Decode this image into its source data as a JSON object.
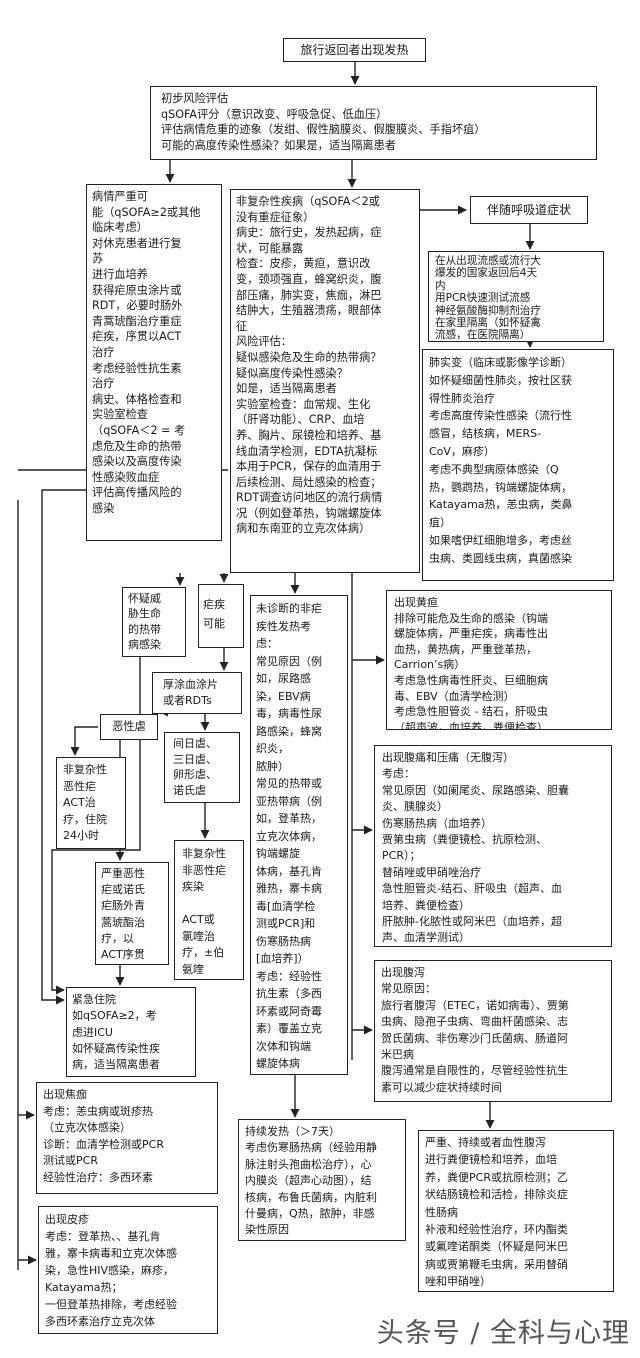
{
  "boxes": {
    "start": [
      "旅行返回者出现发热"
    ],
    "initial": [
      "初步风险评估",
      "qSOFA评分（意识改变、呼吸急促、低血压）",
      "评估病情危重的迹象（发绀、假性脑膜炎、假腹膜炎、手指坏疽）",
      "可能的高度传染性感染？如果是，适当隔离患者"
    ],
    "severe": [
      "病情严重可",
      "能（qSOFA≥2或其他",
      "临床考虑）",
      "对休克患者进行复",
      "苏",
      "进行血培养",
      "获得疟原虫涂片或",
      "RDT，必要时肠外",
      "青蒿琥酯治疗重症",
      "疟疾，序贯以ACT",
      "治疗",
      "考虑经验性抗生素",
      "治疗",
      "病史、体格检查和",
      "实验室检查",
      "（qSOFA＜2 = 考",
      "虑危及生命的热带",
      "感染以及高度传染",
      "性感染败血症",
      "评估高传播风险的",
      "感染"
    ],
    "noncomplex": [
      "非复杂性疾病（qSOFA＜2或",
      "没有重症征象）",
      "病史：旅行史，发热起病，症",
      "状，可能暴露",
      "检查：皮疹，黄疸，意识改",
      "变，颈项强直，蜂窝织炎，腹",
      "部压痛，肺实变，焦痂，淋巴",
      "结肿大，生殖器溃疡，眼部体",
      "征",
      "风险评估：",
      "疑似感染危及生命的热带病？",
      "疑似高度传染性感染？",
      "如是，适当隔离患者",
      "实验室检查：血常规、生化",
      "（肝肾功能）、CRP、血培",
      "养、胸片、尿镜检和培养、基",
      "线血清学检测，EDTA抗凝标",
      "本用于PCR，保存的血清用于",
      "后续检测、局灶感染的检查；",
      "RDT调查访问地区的流行病情",
      "况（例如登革热，钩端螺旋体",
      "病和东南亚的立克次体病）"
    ],
    "resp": [
      "伴随呼吸道症状"
    ],
    "avian": [
      "在从出现流感或流行大",
      "爆发的国家返回后4天",
      "内",
      "用PCR快速测试流感",
      "神经氨酸酶抑制剂治疗",
      "在家里隔离（如怀疑禽",
      "流感，在医院隔离）"
    ],
    "pneumonia": [
      "肺实变（临床或影像学诊断）",
      "如怀疑细菌性肺炎，按社区获",
      "得性肺炎治疗",
      "考虑高度传染性感染（流行性",
      "感冒，结核病，MERS-",
      "CoV，麻疹）",
      "考虑不典型病原体感染（Q",
      "热，鹦鹉热，钩端螺旋体病，",
      "Katayama热，恙虫病，类鼻",
      "疽）",
      "如果嗜伊红细胞增多，考虑丝",
      "虫病、类圆线虫病，真菌感染"
    ],
    "lifethreat": [
      "怀疑威",
      "胁生命",
      "的热带",
      "病感染"
    ],
    "malaria_q": [
      "疟疾",
      "可能"
    ],
    "undiag": [
      "未诊断的非疟",
      "疾性发热考",
      "虑：",
      "常见原因（例",
      "如，尿路感",
      "染，EBV病",
      "毒，病毒性尿",
      "路感染，蜂窝",
      "织炎，",
      "脓肿）",
      "常见的热带或",
      "亚热带病（例",
      "如，登革热，",
      "立克次体病，",
      "钩端螺旋",
      "体病，基孔肯",
      "雅热，寨卡病",
      "毒[血清学检",
      "测或PCR]和",
      "伤寒肠热病",
      "[血培养]）",
      "考虑：经验性",
      "抗生素（多西",
      "环素或阿奇霉",
      "素）覆盖立克",
      "次体和钩端",
      "螺旋体病"
    ],
    "jaundice": [
      "出现黄疸",
      "排除可能危及生命的感染（钩端",
      "螺旋体病，严重疟疾，病毒性出",
      "血热，黄热病，严重登革热，",
      "Carrion’s病）",
      "考虑急性病毒性肝炎、巨细胞病",
      "毒、EBV（血清学检测）",
      "考虑急性胆管炎 - 结石，肝吸虫",
      "（超声波，血培养，粪便检查）"
    ],
    "smear": [
      "厚涂血涂片",
      "或者RDTs"
    ],
    "malignant": [
      "恶性虐"
    ],
    "otherplas": [
      "间日虐、",
      "三日虐、",
      "卵形虐、",
      "诺氏虐"
    ],
    "abdpain": [
      "出现腹痛和压痛（无腹泻）",
      "考虑：",
      "常见原因（如阑尾炎、尿路感染、胆囊",
      "炎、胰腺炎）",
      "伤寒肠热病（血培养）",
      "贾第虫病（粪便镜检、抗原检测、",
      "PCR）；",
      "替硝唑或甲硝唑治疗",
      "急性胆管炎-结石、肝吸虫（超声、血",
      "培养、粪便检查）",
      "肝脓肿-化脓性或阿米巴（血培养，超",
      "声、血清学测试）"
    ],
    "uncompfal": [
      "非复杂性",
      "恶性疟",
      "ACT治",
      "疗，住院",
      "24小时"
    ],
    "nonmal": [
      "非复杂性",
      "非恶性疟",
      "疾染",
      "",
      "ACT或",
      "氯喹治",
      "疗，±伯",
      "氨喹"
    ],
    "severemal": [
      "严重恶性",
      "疟或诺氏",
      "疟肠外青",
      "蒿琥酯治",
      "疗，以",
      "ACT序贯"
    ],
    "admit": [
      "紧急住院",
      "如qSOFA≥2，考",
      "虑进ICU",
      "如怀疑高传染性疾",
      "病，适当隔离患者"
    ],
    "diarrhea": [
      "出现腹泻",
      "常见原因：",
      "旅行者腹泻（ETEC，诺如病毒）、贾第",
      "虫病、隐孢子虫病、弯曲杆菌感染、志",
      "贺氏菌病、非伤寒沙门氏菌病、肠道阿",
      "米巴病",
      "腹泻通常是自限性的，尽管经验性抗生",
      "素可以减少症状持续时间"
    ],
    "eschar": [
      "出现焦痂",
      "考虑：恙虫病或斑疹热",
      "（立克次体感染）",
      "诊断：血清学检测或PCR",
      "测试或PCR",
      "经验性治疗：多西环素"
    ],
    "persistent": [
      "持续发热（＞7天）",
      "考虑伤寒肠热病（经验用静",
      "脉注射头孢曲松治疗），心",
      "内膜炎（超声心动图），结",
      "核病，布鲁氏菌病，内脏利",
      "什曼病，Q热，脓肿，非感",
      "染性原因"
    ],
    "severediar": [
      "严重、持续或者血性腹泻",
      "进行粪便镜检和培养，血培",
      "养，粪便PCR或抗原检测；乙",
      "状结肠镜检和活检，排除炎症",
      "性肠病",
      "补液和经验性治疗，环内酯类",
      "或氟喹诺酮类（怀疑是阿米巴",
      "病或贾第鞭毛虫病，采用替硝",
      "唑和甲硝唑）"
    ],
    "rash": [
      "出现皮疹",
      "考虑：登革热、、基孔肯",
      "雅，寨卡病毒和立克次体感",
      "染，急性HIV感染，麻疹，",
      "Katayama热；",
      "一但登革热排除，考虑经验",
      "多西环素治疗立克次体"
    ]
  },
  "watermark": "头条号 / 全科与心理"
}
